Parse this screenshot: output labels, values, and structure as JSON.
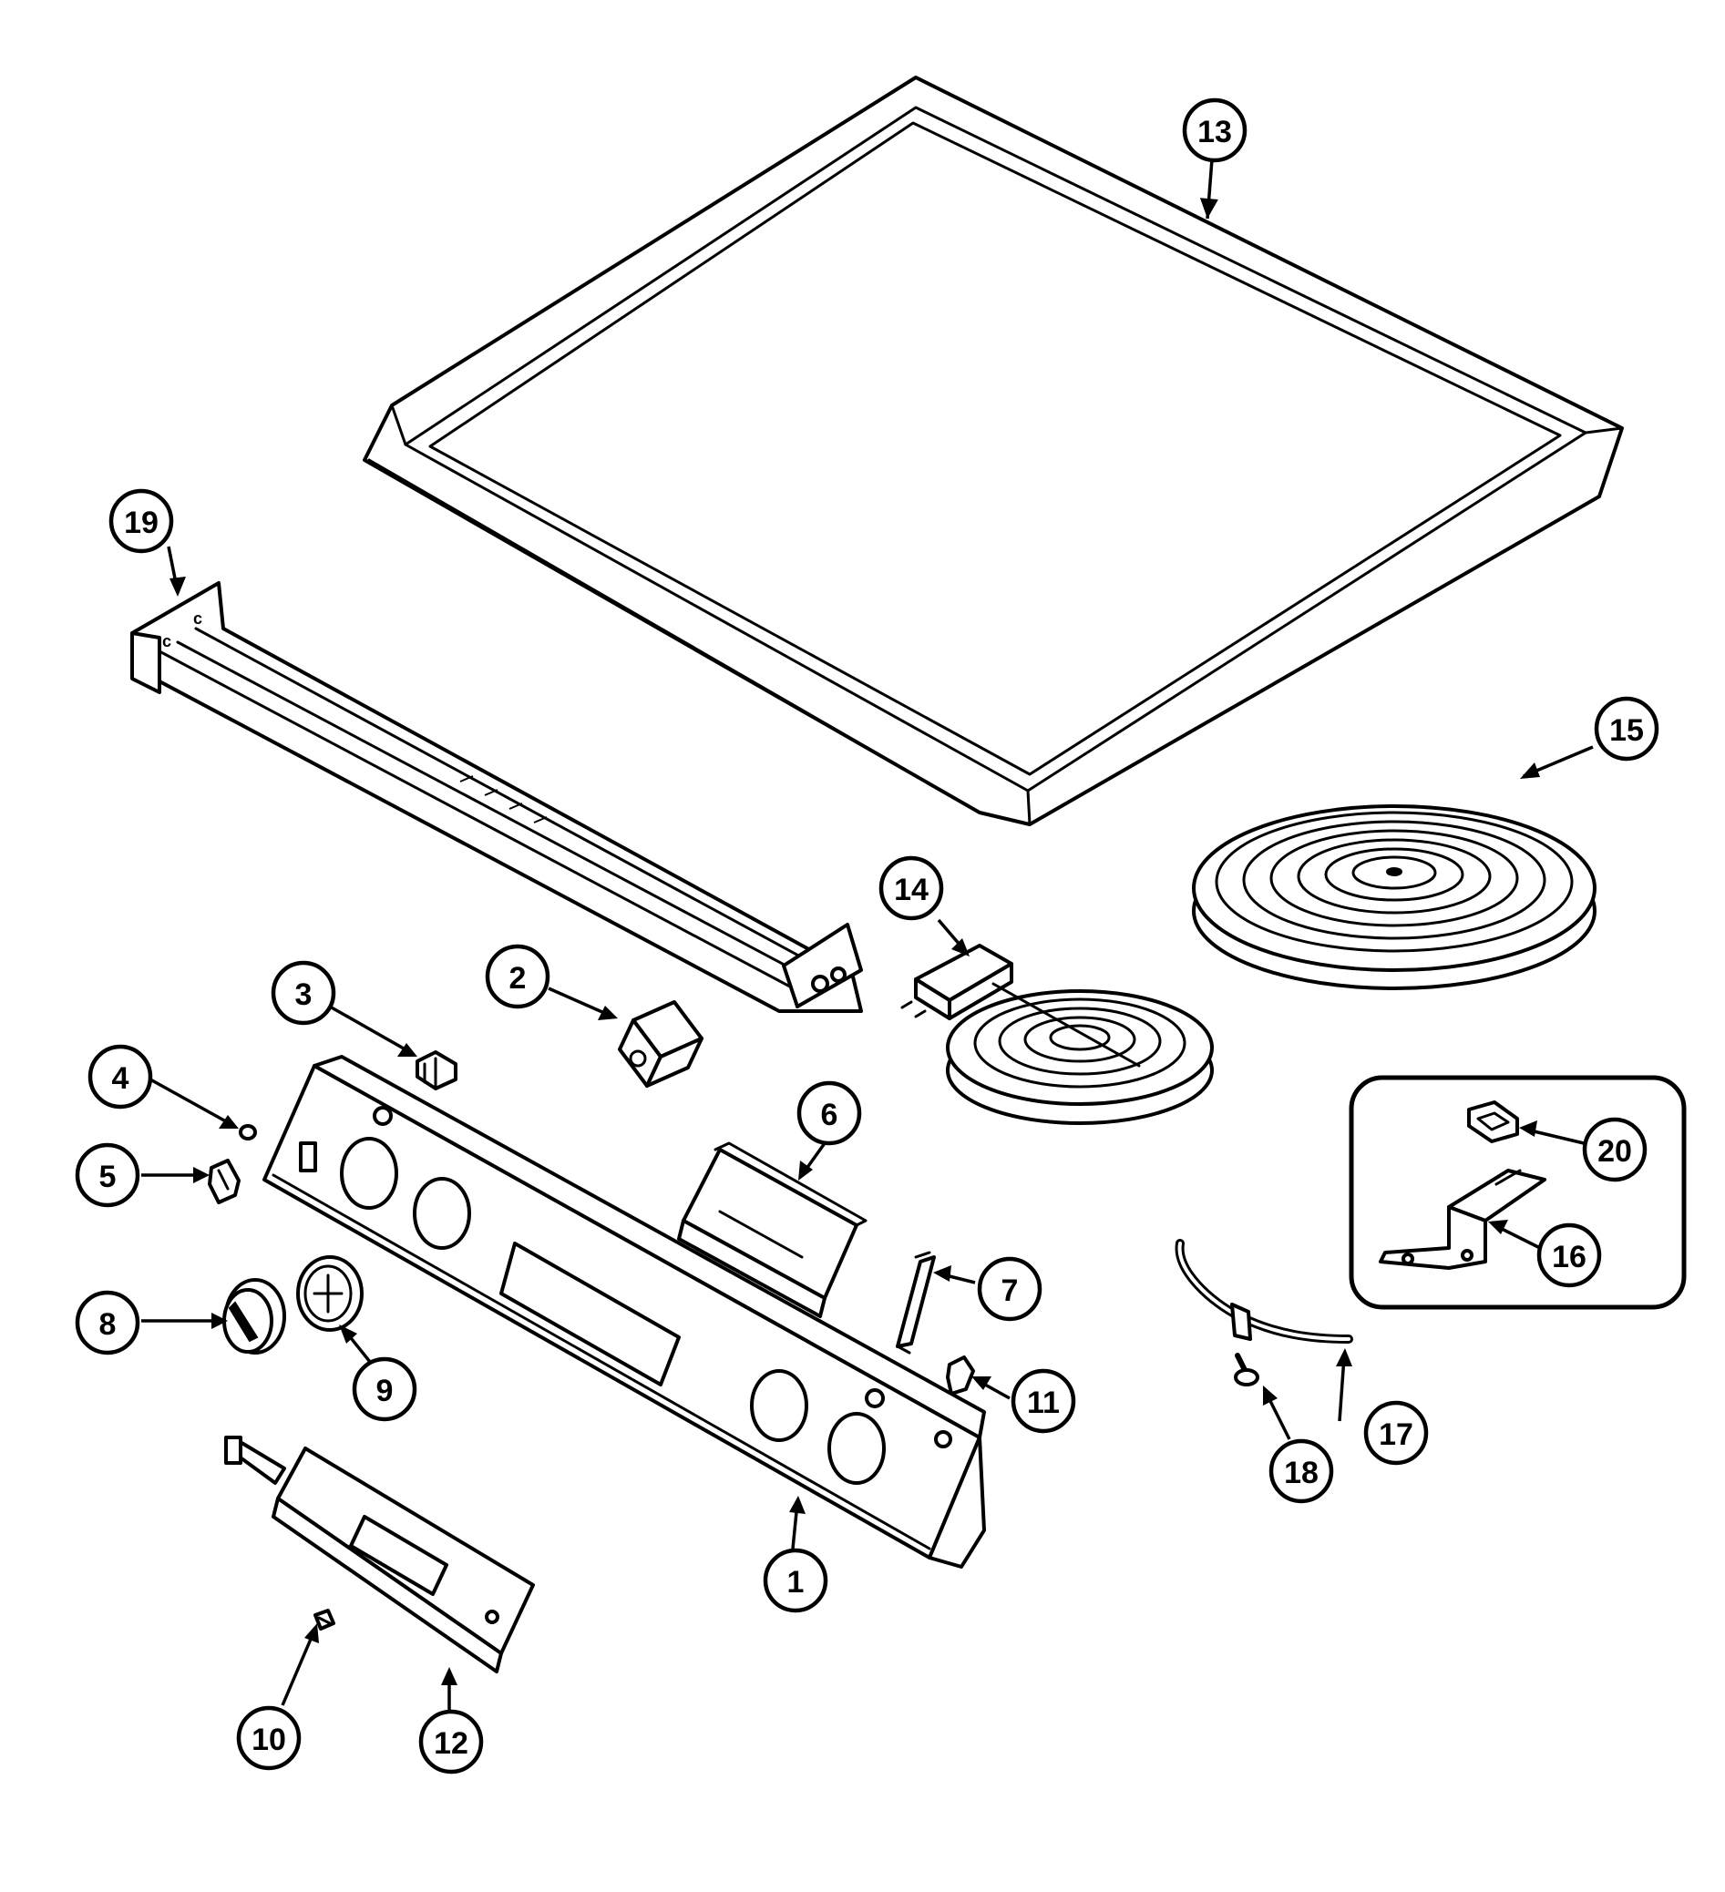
{
  "diagram": {
    "callouts": [
      {
        "key": "c1",
        "label": "1"
      },
      {
        "key": "c2",
        "label": "2"
      },
      {
        "key": "c3",
        "label": "3"
      },
      {
        "key": "c4",
        "label": "4"
      },
      {
        "key": "c5",
        "label": "5"
      },
      {
        "key": "c6",
        "label": "6"
      },
      {
        "key": "c7",
        "label": "7"
      },
      {
        "key": "c8",
        "label": "8"
      },
      {
        "key": "c9",
        "label": "9"
      },
      {
        "key": "c10",
        "label": "10"
      },
      {
        "key": "c11",
        "label": "11"
      },
      {
        "key": "c12",
        "label": "12"
      },
      {
        "key": "c13",
        "label": "13"
      },
      {
        "key": "c14",
        "label": "14"
      },
      {
        "key": "c15",
        "label": "15"
      },
      {
        "key": "c16",
        "label": "16"
      },
      {
        "key": "c17",
        "label": "17"
      },
      {
        "key": "c18",
        "label": "18"
      },
      {
        "key": "c19",
        "label": "19"
      },
      {
        "key": "c20",
        "label": "20"
      }
    ],
    "line_color": "#000000",
    "background_color": "#ffffff"
  }
}
